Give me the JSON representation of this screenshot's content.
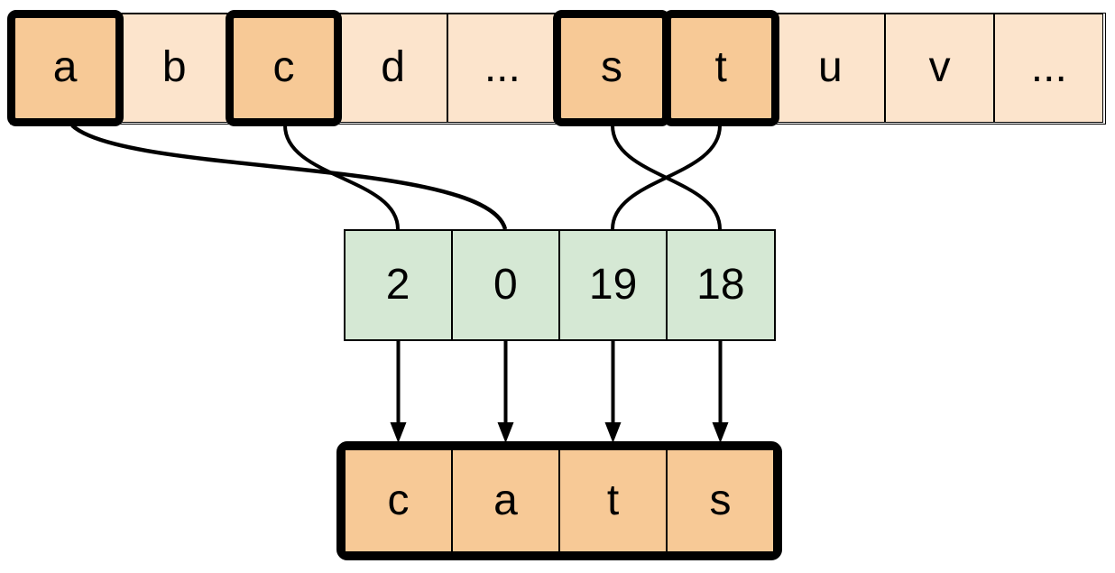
{
  "alphabet_row": {
    "cells": [
      {
        "label": "a",
        "highlighted": true
      },
      {
        "label": "b",
        "highlighted": false
      },
      {
        "label": "c",
        "highlighted": true
      },
      {
        "label": "d",
        "highlighted": false
      },
      {
        "label": "...",
        "highlighted": false
      },
      {
        "label": "s",
        "highlighted": true
      },
      {
        "label": "t",
        "highlighted": true
      },
      {
        "label": "u",
        "highlighted": false
      },
      {
        "label": "v",
        "highlighted": false
      },
      {
        "label": "...",
        "highlighted": false
      }
    ]
  },
  "index_row": {
    "cells": [
      {
        "label": "2"
      },
      {
        "label": "0"
      },
      {
        "label": "19"
      },
      {
        "label": "18"
      }
    ]
  },
  "word_row": {
    "cells": [
      {
        "label": "c"
      },
      {
        "label": "a"
      },
      {
        "label": "t"
      },
      {
        "label": "s"
      }
    ]
  },
  "connections": {
    "alphabet_to_index": [
      {
        "from": "a",
        "to": "0"
      },
      {
        "from": "c",
        "to": "2"
      },
      {
        "from": "s",
        "to": "18"
      },
      {
        "from": "t",
        "to": "19"
      }
    ],
    "index_to_word": [
      {
        "from": "2",
        "to": "c"
      },
      {
        "from": "0",
        "to": "a"
      },
      {
        "from": "19",
        "to": "t"
      },
      {
        "from": "18",
        "to": "s"
      }
    ]
  },
  "colors": {
    "background": "#ffffff",
    "stroke": "#000000",
    "alphabet_plain_fill": "#fce4cc",
    "alphabet_highlight_fill": "#f7c996",
    "index_fill": "#d5e8d4",
    "word_fill": "#f7c996"
  }
}
